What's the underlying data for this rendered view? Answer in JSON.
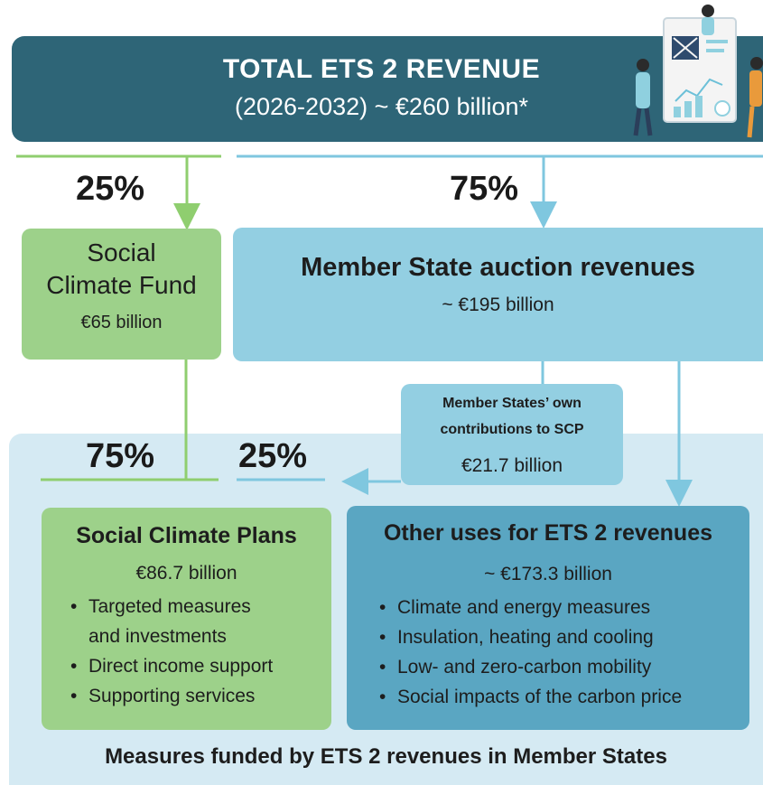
{
  "header": {
    "title": "TOTAL ETS 2 REVENUE",
    "subtitle": "(2026-2032)  ~  €260  billion*"
  },
  "split": {
    "scf_pct": "25%",
    "ms_pct": "75%"
  },
  "social_climate_fund": {
    "title_line1": "Social",
    "title_line2": "Climate Fund",
    "value": "€65 billion"
  },
  "member_state_auction": {
    "title": "Member State auction revenues",
    "value": "~ €195 billion"
  },
  "own_contributions": {
    "title_line1": "Member States’ own",
    "title_line2": "contributions to SCP",
    "value": "€21.7 billion"
  },
  "second_split": {
    "left_pct": "75%",
    "right_pct": "25%"
  },
  "social_climate_plans": {
    "title": "Social Climate Plans",
    "value": "€86.7 billion",
    "items": [
      "Targeted measures",
      "and investments",
      "Direct income support",
      "Supporting services"
    ]
  },
  "other_uses": {
    "title": "Other uses for ETS 2 revenues",
    "value": "~ €173.3 billion",
    "items": [
      "Climate and energy measures",
      "Insulation, heating and cooling",
      "Low- and zero-carbon mobility",
      "Social impacts of the carbon price"
    ]
  },
  "footer": "Measures funded by ETS 2 revenues in Member States",
  "colors": {
    "header_bg": "#2e6577",
    "green": "#9dd18a",
    "light_blue": "#93cfe2",
    "mid_blue": "#5aa6c2",
    "panel_bg": "#d5eaf3",
    "line_green": "#8fce6f",
    "line_blue": "#7fc7df"
  }
}
